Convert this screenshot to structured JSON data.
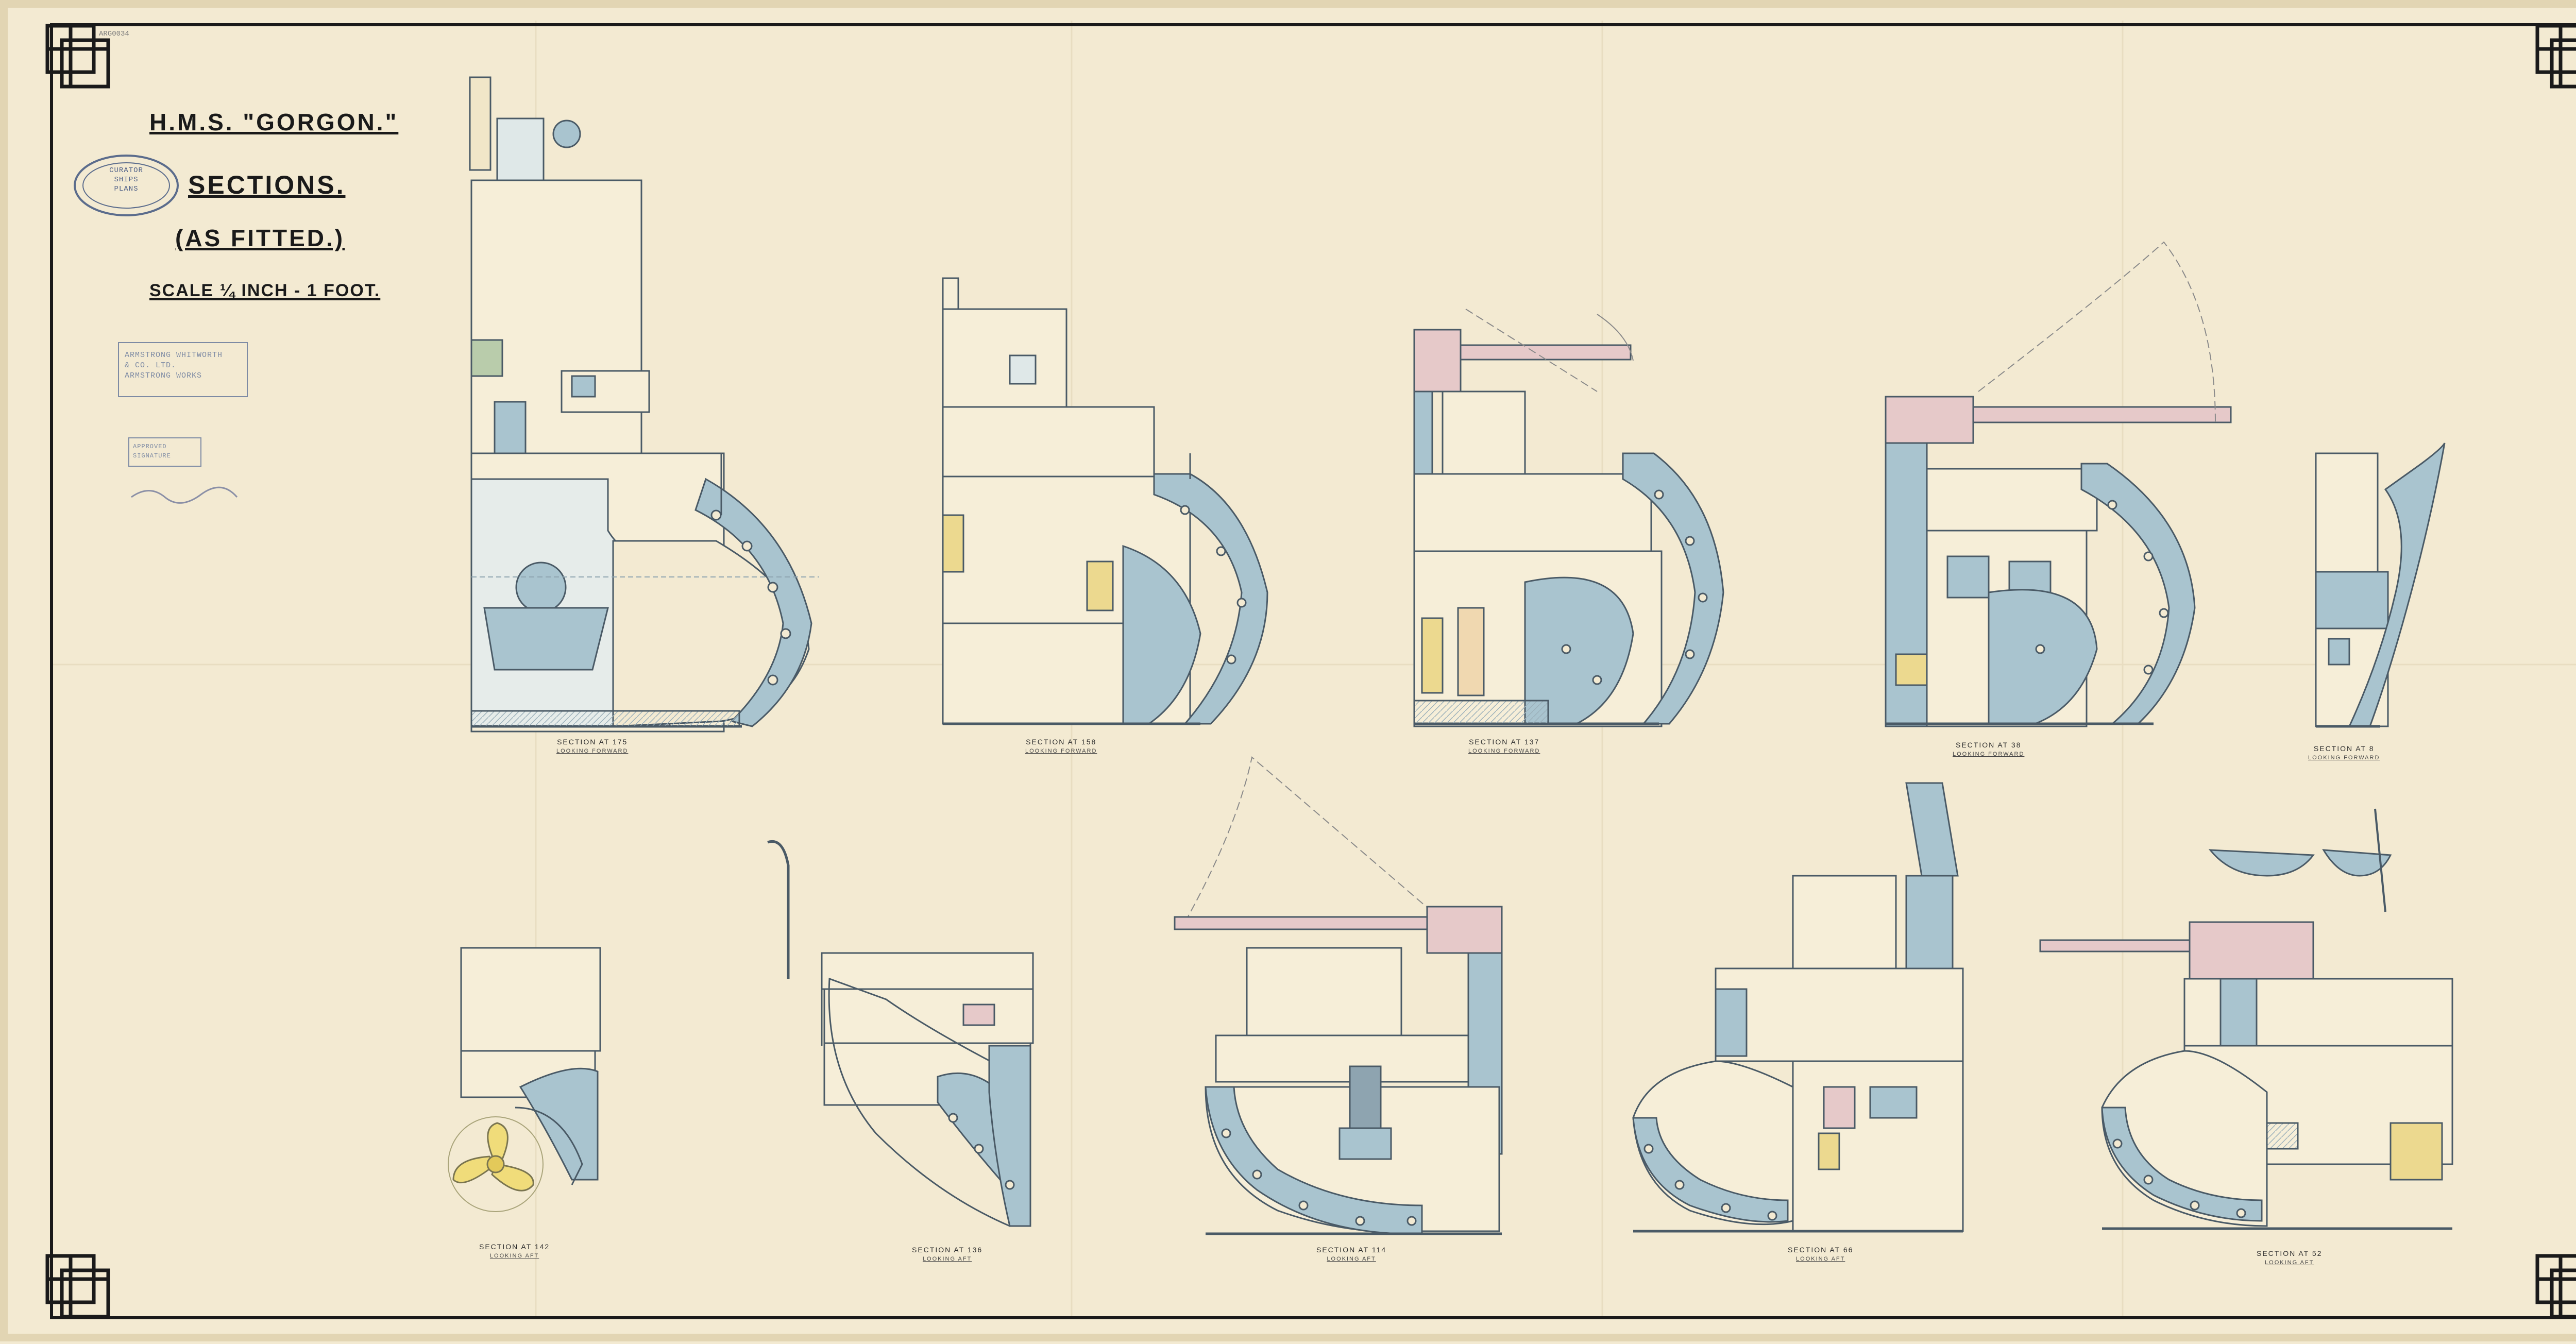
{
  "drawing": {
    "title_line1": "H.M.S. \"GORGON.\"",
    "title_line2": "SECTIONS.",
    "title_line3": "(AS FITTED.)",
    "scale_text": "SCALE ¼ INCH - 1 FOOT.",
    "corner_ref": "ARG0034"
  },
  "stamps": {
    "oval_line1": "CURATOR",
    "oval_line2": "SHIPS",
    "oval_line3": "PLANS",
    "box1_line1": "ARMSTRONG WHITWORTH",
    "box1_line2": "& CO. LTD.",
    "box1_line3": "ARMSTRONG WORKS",
    "box2_line1": "APPROVED",
    "box2_line2": "SIGNATURE"
  },
  "sections": [
    {
      "label": "SECTION AT 175",
      "sub": "LOOKING FORWARD"
    },
    {
      "label": "SECTION AT 158",
      "sub": "LOOKING FORWARD"
    },
    {
      "label": "SECTION AT 137",
      "sub": "LOOKING FORWARD"
    },
    {
      "label": "SECTION AT 38",
      "sub": "LOOKING FORWARD"
    },
    {
      "label": "SECTION AT 8",
      "sub": "LOOKING FORWARD"
    },
    {
      "label": "SECTION AT 142",
      "sub": "LOOKING AFT"
    },
    {
      "label": "SECTION AT 136",
      "sub": "LOOKING AFT"
    },
    {
      "label": "SECTION AT 114",
      "sub": "LOOKING AFT"
    },
    {
      "label": "SECTION AT 66",
      "sub": "LOOKING AFT"
    },
    {
      "label": "SECTION AT 52",
      "sub": "LOOKING AFT"
    }
  ],
  "colors": {
    "paper": "#f3ead2",
    "ink": "#1a1a1a",
    "structure_blue": "#a9c4cf",
    "frame_grey": "#8ea4b0",
    "gun_pink": "#e6c9c9",
    "yellow_tint": "#ecd98f",
    "propeller_yellow": "#f0dc7a",
    "green_tint": "#b9ccab"
  }
}
